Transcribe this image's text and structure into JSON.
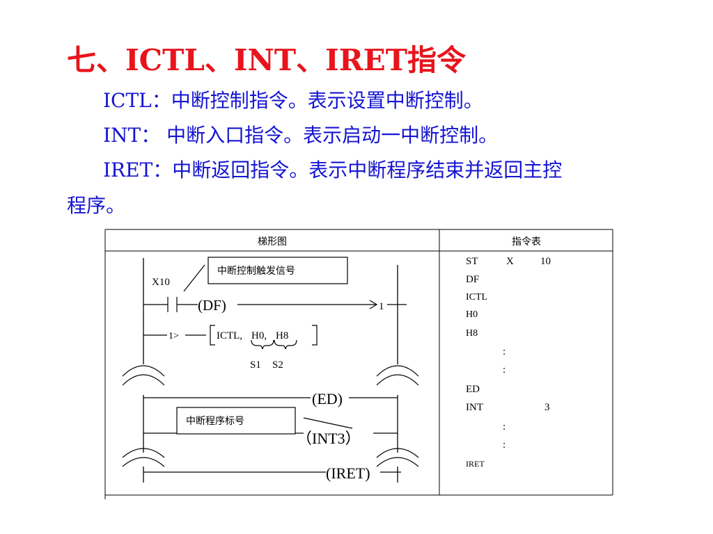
{
  "title": "七、ICTL、INT、IRET指令",
  "paragraphs": {
    "ictl": "ICTL：中断控制指令。表示设置中断控制。",
    "int": "INT：  中断入口指令。表示启动一中断控制。",
    "iret_first": "IRET：中断返回指令。表示中断程序结束并返回主控",
    "iret_wrap": "程序。"
  },
  "table": {
    "header_ladder": "梯形图",
    "header_instr": "指令表"
  },
  "ladder": {
    "x10": "X10",
    "trigger_label": "中断控制触发信号",
    "df": "(DF)",
    "one": "1",
    "one_ref": "1>",
    "ictl": "ICTL,",
    "h0": "H0,",
    "h8": "H8",
    "s1": "S1",
    "s2": "S2",
    "ed": "(ED)",
    "program_label": "中断程序标号",
    "int3": "（INT3）",
    "iret": "(IRET)"
  },
  "instruction_list": [
    {
      "op": "ST",
      "a": "X",
      "b": "10"
    },
    {
      "op": "DF",
      "a": "",
      "b": ""
    },
    {
      "op": "ICTL",
      "a": "",
      "b": ""
    },
    {
      "op": "H0",
      "a": "",
      "b": ""
    },
    {
      "op": "H8",
      "a": "",
      "b": ""
    },
    {
      "op": "",
      "a": ":",
      "b": ""
    },
    {
      "op": "",
      "a": ":",
      "b": ""
    },
    {
      "op": "ED",
      "a": "",
      "b": ""
    },
    {
      "op": "INT",
      "a": "",
      "b": "3"
    },
    {
      "op": "",
      "a": ":",
      "b": ""
    },
    {
      "op": "",
      "a": ":",
      "b": ""
    },
    {
      "op": "IRET",
      "a": "",
      "b": ""
    }
  ]
}
